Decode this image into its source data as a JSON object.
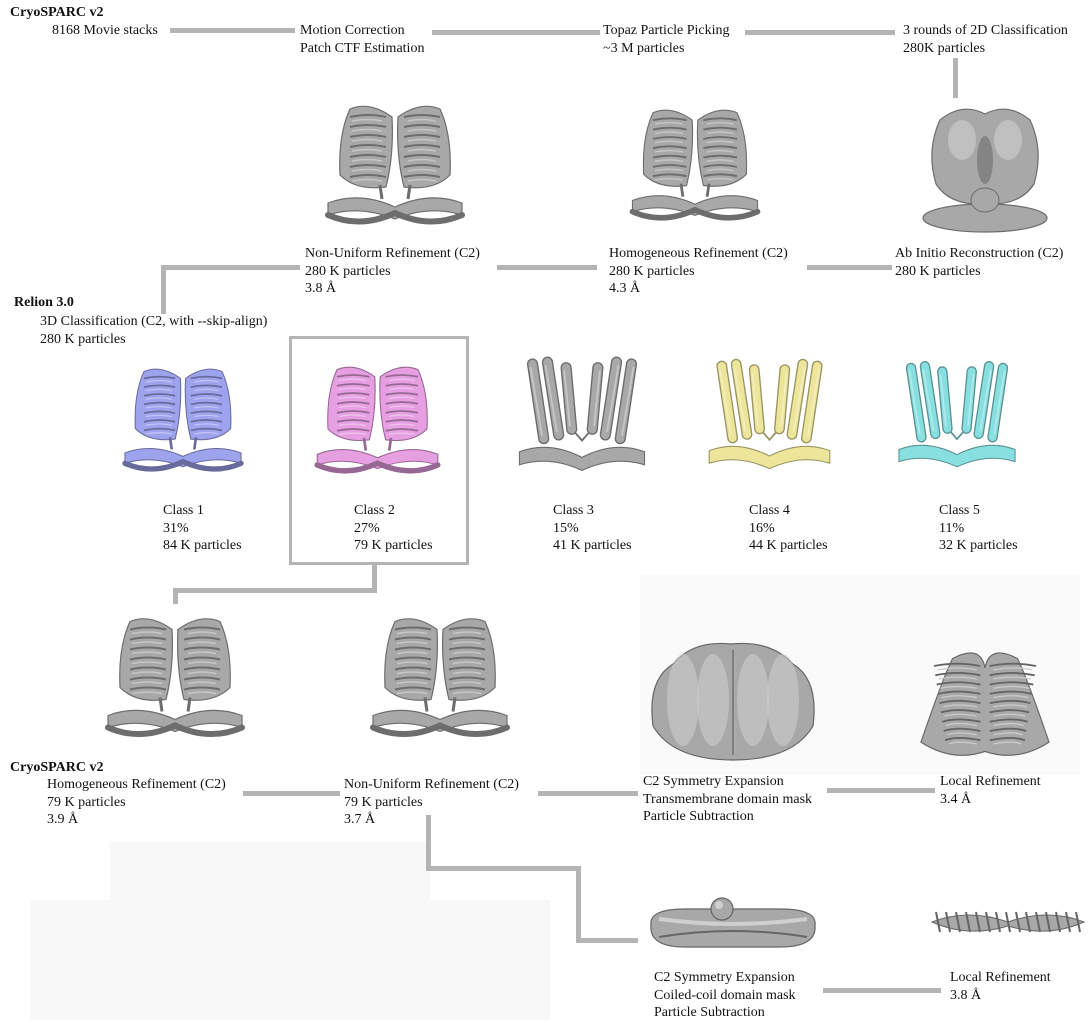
{
  "sections": {
    "cryosparc_top": "CryoSPARC v2",
    "relion": "Relion 3.0",
    "cryosparc_bottom": "CryoSPARC v2"
  },
  "preprocess": {
    "movies": "8168 Movie stacks",
    "motion": [
      "Motion Correction",
      "Patch CTF Estimation"
    ],
    "topaz": [
      "Topaz Particle Picking",
      "~3 M particles"
    ],
    "class2d": [
      "3 rounds of 2D Classification",
      "280K particles"
    ]
  },
  "refinement_row": {
    "nonuniform": [
      "Non-Uniform Refinement (C2)",
      "280 K particles",
      "3.8 Å"
    ],
    "homogeneous": [
      "Homogeneous Refinement (C2)",
      "280 K particles",
      "4.3 Å"
    ],
    "abinitio": [
      "Ab Initio Reconstruction (C2)",
      "280 K particles"
    ]
  },
  "class3d": [
    "3D Classification (C2, with --skip-align)",
    "280 K particles"
  ],
  "classes": [
    {
      "name": "Class 1",
      "percent": "31%",
      "particles": "84 K particles",
      "color": "#9ea3ee"
    },
    {
      "name": "Class 2",
      "percent": "27%",
      "particles": "79 K particles",
      "color": "#e6a0e2",
      "selected": true
    },
    {
      "name": "Class 3",
      "percent": "15%",
      "particles": "41 K particles",
      "color": "#a8a8a8"
    },
    {
      "name": "Class 4",
      "percent": "16%",
      "particles": "44 K particles",
      "color": "#ece59a"
    },
    {
      "name": "Class 5",
      "percent": "11%",
      "particles": "32 K particles",
      "color": "#88dfe0"
    }
  ],
  "final_row": {
    "homogeneous": [
      "Homogeneous Refinement (C2)",
      "79 K particles",
      "3.9 Å"
    ],
    "nonuniform": [
      "Non-Uniform Refinement (C2)",
      "79 K particles",
      "3.7 Å"
    ],
    "sym_tm": [
      "C2 Symmetry Expansion",
      "Transmembrane domain mask",
      "Particle Subtraction"
    ],
    "local_tm": [
      "Local Refinement",
      "3.4 Å"
    ],
    "sym_cc": [
      "C2 Symmetry Expansion",
      "Coiled-coil domain mask",
      "Particle Subtraction"
    ],
    "local_cc": [
      "Local Refinement",
      "3.8 Å"
    ]
  },
  "colors": {
    "map_gray": "#a8a8a8",
    "connector": "#b4b4b4"
  }
}
